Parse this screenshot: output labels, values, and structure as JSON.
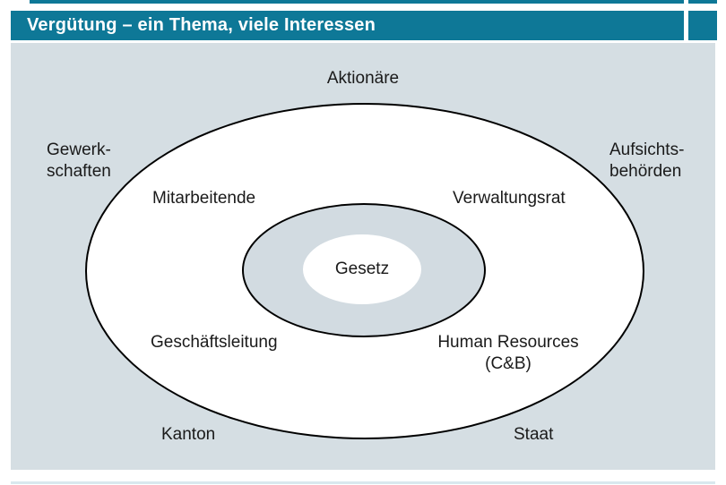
{
  "header": {
    "title": "Vergütung – ein Thema, viele Interessen"
  },
  "colors": {
    "accent_teal": "#0e7897",
    "panel_background": "#d5dee3",
    "ring_fill": "#d2dbe1",
    "ellipse_stroke": "#000000",
    "center_fill": "#ffffff",
    "title_text": "#ffffff",
    "label_text": "#1a1a1a"
  },
  "diagram": {
    "outer_region_labels": {
      "top": "Aktionäre",
      "left_line1": "Gewerk-",
      "left_line2": "schaften",
      "right_line1": "Aufsichts-",
      "right_line2": "behörden",
      "bottom_left": "Kanton",
      "bottom_right": "Staat"
    },
    "ring_labels": {
      "top_left": "Mitarbeitende",
      "top_right": "Verwaltungsrat",
      "bottom_left": "Geschäftsleitung",
      "bottom_right_line1": "Human Resources",
      "bottom_right_line2": "(C&B)"
    },
    "center_label": "Gesetz"
  }
}
